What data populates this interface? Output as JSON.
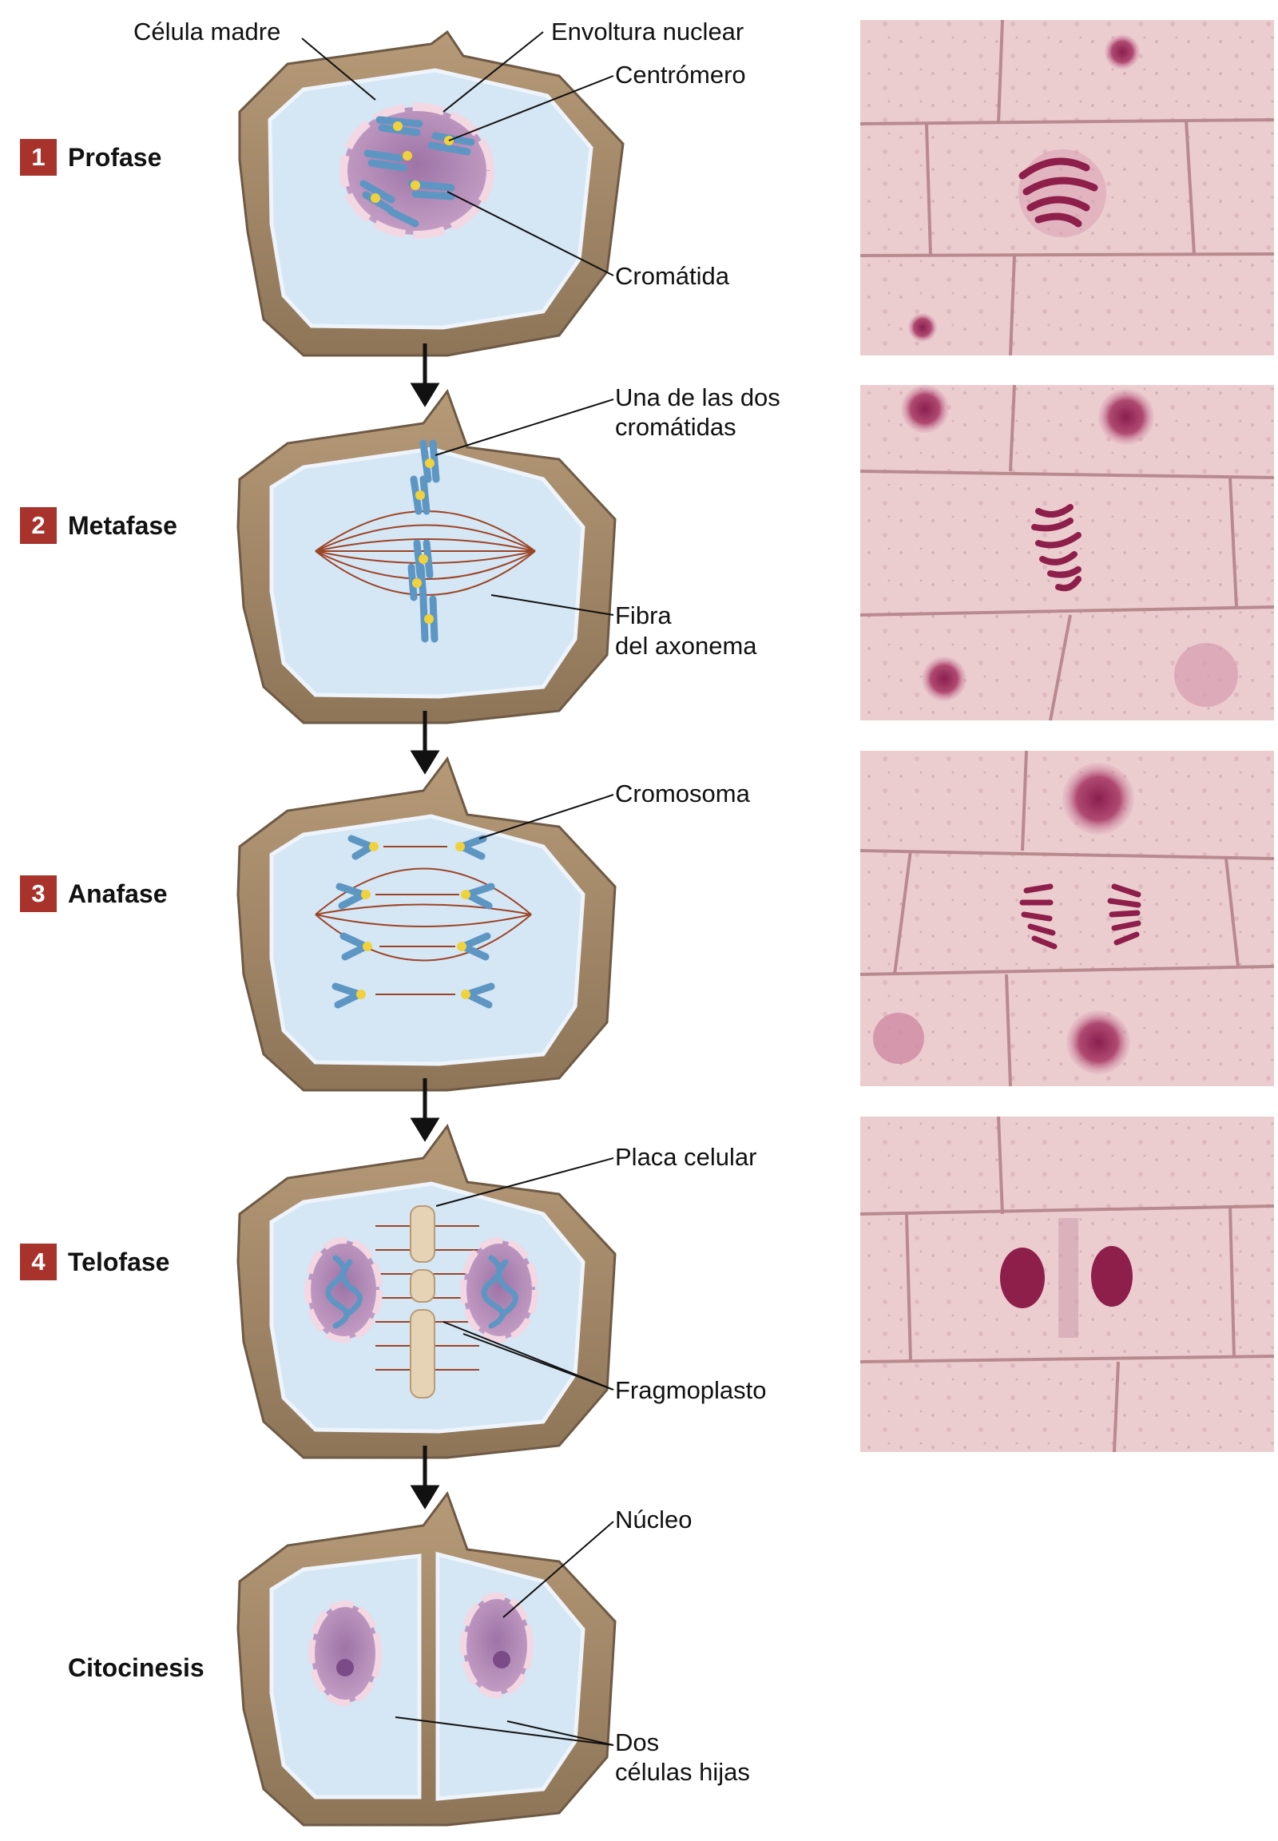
{
  "phases": [
    {
      "num": "1",
      "name": "Profase"
    },
    {
      "num": "2",
      "name": "Metafase"
    },
    {
      "num": "3",
      "name": "Anafase"
    },
    {
      "num": "4",
      "name": "Telofase"
    },
    {
      "num": "",
      "name": "Citocinesis"
    }
  ],
  "labels": {
    "celula_madre": "Célula madre",
    "envoltura_nuclear": "Envoltura nuclear",
    "centromero": "Centrómero",
    "cromatida": "Cromátida",
    "una_de_las_dos_1": "Una de las dos",
    "una_de_las_dos_2": "cromátidas",
    "fibra_1": "Fibra",
    "fibra_2": "del axonema",
    "cromosoma": "Cromosoma",
    "placa_celular": "Placa celular",
    "fragmoplasto": "Fragmoplasto",
    "nucleo": "Núcleo",
    "dos_celulas_1": "Dos",
    "dos_celulas_2": "células hijas"
  },
  "colors": {
    "cell_wall": "#a98e6e",
    "wall_edge": "#6e5a45",
    "cell_interior": "#d5e6f4",
    "corner_fill": "#b7b3d6",
    "nucleus": "#b58cb8",
    "chromosome": "#6ea5cf",
    "centromere": "#f0d23c",
    "spindle_fiber": "#9c4426",
    "micrograph_bg": "#e9c9cc",
    "micrograph_chromosome": "#8e1e4a",
    "phase_badge": "#a8332c"
  }
}
